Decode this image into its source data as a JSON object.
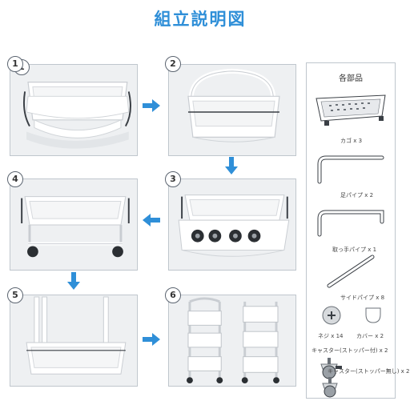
{
  "title": "組立説明図",
  "colors": {
    "accent": "#2f8fd8",
    "arrow": "#2f8fd8",
    "frame": "#bfc6cd"
  },
  "steps": [
    {
      "number": "1"
    },
    {
      "number": "2"
    },
    {
      "number": "3"
    },
    {
      "number": "4"
    },
    {
      "number": "5"
    },
    {
      "number": "6"
    }
  ],
  "parts_panel": {
    "title": "各部品",
    "items": [
      {
        "label": "カゴ x 3",
        "icon": "basket-icon"
      },
      {
        "label": "足パイプ x 2",
        "icon": "leg-pipe-icon"
      },
      {
        "label": "取っ手パイプ x 1",
        "icon": "handle-pipe-icon"
      },
      {
        "label": "サイドパイプ x 8",
        "icon": "side-pipe-icon"
      },
      {
        "label": "ネジ x 14",
        "icon": "screw-icon"
      },
      {
        "label": "カバー x 2",
        "icon": "cover-icon"
      },
      {
        "label": "キャスター(ストッパー付) x 2",
        "icon": "caster-with-stopper-icon"
      },
      {
        "label": "キャスター(ストッパー無し) x 2",
        "icon": "caster-without-stopper-icon"
      }
    ]
  }
}
